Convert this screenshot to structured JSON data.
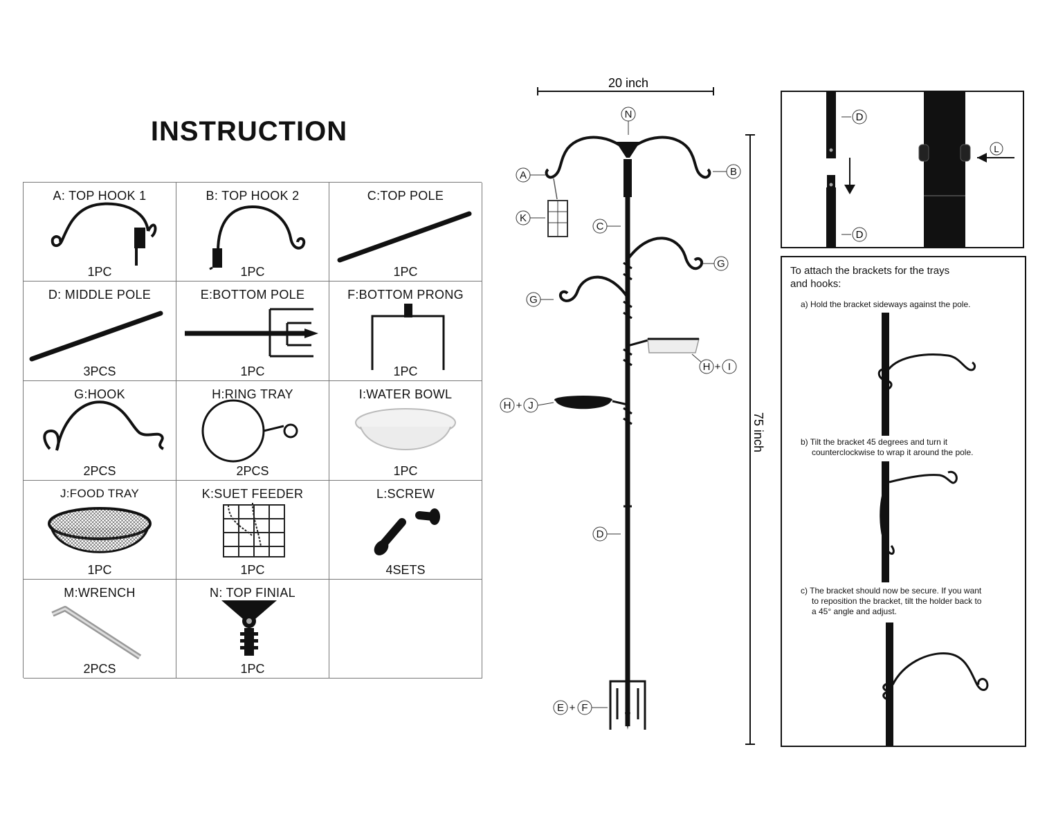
{
  "title": "INSTRUCTION",
  "parts": [
    {
      "name": "A: TOP HOOK 1",
      "qty": "1PC",
      "icon": "top-hook-1-icon"
    },
    {
      "name": "B: TOP HOOK 2",
      "qty": "1PC",
      "icon": "top-hook-2-icon"
    },
    {
      "name": "C:TOP POLE",
      "qty": "1PC",
      "icon": "top-pole-icon"
    },
    {
      "name": "D: MIDDLE POLE",
      "qty": "3PCS",
      "icon": "middle-pole-icon"
    },
    {
      "name": "E:BOTTOM POLE",
      "qty": "1PC",
      "icon": "bottom-pole-icon"
    },
    {
      "name": "F:BOTTOM PRONG",
      "qty": "1PC",
      "icon": "bottom-prong-icon"
    },
    {
      "name": "G:HOOK",
      "qty": "2PCS",
      "icon": "hook-icon"
    },
    {
      "name": "H:RING TRAY",
      "qty": "2PCS",
      "icon": "ring-tray-icon"
    },
    {
      "name": "I:WATER BOWL",
      "qty": "1PC",
      "icon": "water-bowl-icon"
    },
    {
      "name": "J:FOOD TRAY",
      "qty": "1PC",
      "icon": "food-tray-icon"
    },
    {
      "name": "K:SUET FEEDER",
      "qty": "1PC",
      "icon": "suet-feeder-icon"
    },
    {
      "name": "L:SCREW",
      "qty": "4SETS",
      "icon": "screw-icon"
    },
    {
      "name": "M:WRENCH",
      "qty": "2PCS",
      "icon": "wrench-icon"
    },
    {
      "name": "N: TOP FINIAL",
      "qty": "1PC",
      "icon": "top-finial-icon"
    }
  ],
  "diagram": {
    "width_label": "20 inch",
    "height_label": "75 inch",
    "callouts": {
      "n": "N",
      "a": "A",
      "b": "B",
      "k": "K",
      "c": "C",
      "g": "G",
      "h": "H",
      "i": "I",
      "j": "J",
      "d": "D",
      "e": "E",
      "f": "F",
      "l": "L",
      "plus": "+"
    }
  },
  "bracket_instructions": {
    "heading_line1": "To attach the brackets for the trays",
    "heading_line2": "and hooks:",
    "step_a": "a) Hold the bracket sideways against the pole.",
    "step_b_line1": "b) Tilt the bracket 45 degrees and turn it",
    "step_b_line2": "counterclockwise to wrap it around the pole.",
    "step_c_line1": "c) The bracket should now be secure.  If you want",
    "step_c_line2": "to reposition the bracket, tilt the holder back to",
    "step_c_line3": "a 45° angle and adjust."
  },
  "colors": {
    "metal": "#111111",
    "line": "#777777"
  }
}
